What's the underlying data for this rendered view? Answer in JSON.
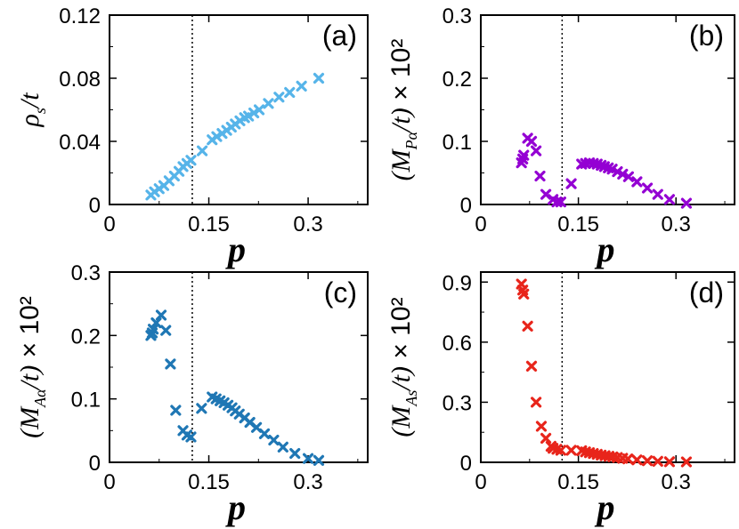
{
  "chart_data": [
    {
      "type": "scatter",
      "panel_label": "(a)",
      "xlabel": "p",
      "ylabel": {
        "main": "ρ",
        "sub": "s",
        "tail": "/t",
        "suffix": ""
      },
      "xlim": [
        0,
        0.39
      ],
      "ylim": [
        0,
        0.12
      ],
      "xticks": [
        "0",
        "0.15",
        "0.3"
      ],
      "xtick_values": [
        0,
        0.15,
        0.3
      ],
      "yticks": [
        "0",
        "0.04",
        "0.08",
        "0.12"
      ],
      "ytick_values": [
        0,
        0.04,
        0.08,
        0.12
      ],
      "vline": 0.125,
      "color": "#56B4E9",
      "x": [
        0.0625,
        0.068,
        0.075,
        0.082,
        0.09,
        0.098,
        0.105,
        0.111,
        0.117,
        0.123,
        0.14,
        0.155,
        0.162,
        0.17,
        0.177,
        0.184,
        0.19,
        0.197,
        0.204,
        0.21,
        0.218,
        0.226,
        0.24,
        0.256,
        0.272,
        0.29,
        0.316
      ],
      "y": [
        0.006,
        0.008,
        0.01,
        0.012,
        0.015,
        0.018,
        0.021,
        0.024,
        0.026,
        0.028,
        0.034,
        0.041,
        0.043,
        0.045,
        0.047,
        0.049,
        0.051,
        0.053,
        0.055,
        0.056,
        0.058,
        0.06,
        0.064,
        0.068,
        0.071,
        0.075,
        0.08
      ]
    },
    {
      "type": "scatter",
      "panel_label": "(b)",
      "xlabel": "p",
      "ylabel": {
        "main": "(M",
        "sub": "Pα",
        "tail": "/t)",
        "suffix": " × 10²"
      },
      "xlim": [
        0,
        0.39
      ],
      "ylim": [
        0,
        0.3
      ],
      "xticks": [
        "0",
        "0.15",
        "0.3"
      ],
      "xtick_values": [
        0,
        0.15,
        0.3
      ],
      "yticks": [
        "0",
        "0.1",
        "0.2",
        "0.3"
      ],
      "ytick_values": [
        0,
        0.1,
        0.2,
        0.3
      ],
      "vline": 0.125,
      "color": "#9400D3",
      "x": [
        0.0625,
        0.0645,
        0.066,
        0.072,
        0.078,
        0.085,
        0.091,
        0.1,
        0.111,
        0.117,
        0.123,
        0.139,
        0.155,
        0.161,
        0.167,
        0.173,
        0.179,
        0.185,
        0.19,
        0.196,
        0.202,
        0.21,
        0.218,
        0.227,
        0.24,
        0.256,
        0.272,
        0.29,
        0.316
      ],
      "y": [
        0.066,
        0.072,
        0.078,
        0.105,
        0.1,
        0.085,
        0.045,
        0.016,
        0.008,
        0.004,
        0.004,
        0.033,
        0.064,
        0.065,
        0.066,
        0.065,
        0.064,
        0.062,
        0.06,
        0.058,
        0.056,
        0.052,
        0.048,
        0.044,
        0.036,
        0.026,
        0.016,
        0.008,
        0.002
      ]
    },
    {
      "type": "scatter",
      "panel_label": "(c)",
      "xlabel": "p",
      "ylabel": {
        "main": "(M",
        "sub": "Aα",
        "tail": "/t)",
        "suffix": " × 10²"
      },
      "xlim": [
        0,
        0.39
      ],
      "ylim": [
        0,
        0.3
      ],
      "xticks": [
        "0",
        "0.15",
        "0.3"
      ],
      "xtick_values": [
        0,
        0.15,
        0.3
      ],
      "yticks": [
        "0",
        "0.1",
        "0.2",
        "0.3"
      ],
      "ytick_values": [
        0,
        0.1,
        0.2,
        0.3
      ],
      "vline": 0.125,
      "color": "#1F77B4",
      "x": [
        0.0625,
        0.0645,
        0.066,
        0.0705,
        0.078,
        0.085,
        0.092,
        0.1,
        0.111,
        0.117,
        0.123,
        0.139,
        0.155,
        0.161,
        0.167,
        0.173,
        0.179,
        0.185,
        0.19,
        0.196,
        0.204,
        0.212,
        0.222,
        0.234,
        0.248,
        0.262,
        0.28,
        0.3,
        0.316
      ],
      "y": [
        0.2,
        0.204,
        0.21,
        0.22,
        0.232,
        0.208,
        0.155,
        0.082,
        0.05,
        0.043,
        0.04,
        0.085,
        0.103,
        0.1,
        0.097,
        0.094,
        0.09,
        0.086,
        0.081,
        0.076,
        0.07,
        0.063,
        0.055,
        0.045,
        0.035,
        0.024,
        0.014,
        0.006,
        0.003
      ]
    },
    {
      "type": "scatter",
      "panel_label": "(d)",
      "xlabel": "p",
      "ylabel": {
        "main": "(M",
        "sub": "As",
        "tail": "/t)",
        "suffix": " × 10²"
      },
      "xlim": [
        0,
        0.39
      ],
      "ylim": [
        0,
        0.95
      ],
      "xticks": [
        "0",
        "0.15",
        "0.3"
      ],
      "xtick_values": [
        0,
        0.15,
        0.3
      ],
      "yticks": [
        "0",
        "0.3",
        "0.6",
        "0.9"
      ],
      "ytick_values": [
        0,
        0.3,
        0.6,
        0.9
      ],
      "vline": 0.125,
      "color": "#E8251B",
      "x": [
        0.0625,
        0.0645,
        0.066,
        0.072,
        0.078,
        0.085,
        0.093,
        0.1,
        0.108,
        0.111,
        0.117,
        0.123,
        0.139,
        0.155,
        0.161,
        0.167,
        0.173,
        0.179,
        0.185,
        0.191,
        0.197,
        0.203,
        0.21,
        0.218,
        0.226,
        0.24,
        0.256,
        0.272,
        0.29,
        0.316
      ],
      "y": [
        0.89,
        0.86,
        0.84,
        0.68,
        0.48,
        0.3,
        0.18,
        0.12,
        0.08,
        0.07,
        0.065,
        0.06,
        0.06,
        0.058,
        0.052,
        0.048,
        0.044,
        0.04,
        0.036,
        0.033,
        0.03,
        0.027,
        0.024,
        0.02,
        0.017,
        0.012,
        0.008,
        0.005,
        0.003,
        0.002
      ]
    }
  ]
}
